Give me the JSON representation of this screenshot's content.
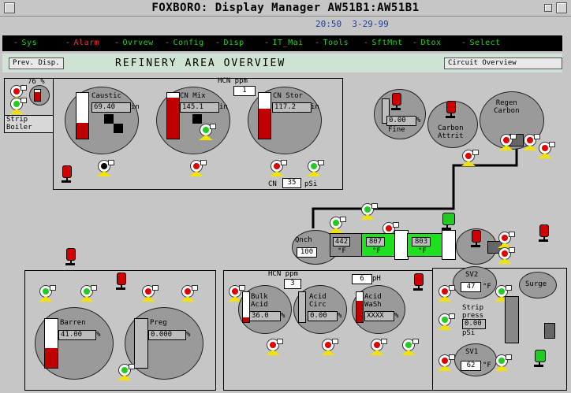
{
  "window": {
    "title": "FOXBORO: Display Manager  AW51B1:AW51B1"
  },
  "clock": {
    "time": "20:50",
    "date": "3-29-99"
  },
  "menu": [
    {
      "label": "Sys"
    },
    {
      "label": "Alarm",
      "alert": true
    },
    {
      "label": "Ovrvew"
    },
    {
      "label": "Config"
    },
    {
      "label": "Disp"
    },
    {
      "label": "IT_Mai"
    },
    {
      "label": "Tools"
    },
    {
      "label": "SftMnt"
    },
    {
      "label": "Dtox"
    },
    {
      "label": "Select"
    }
  ],
  "header": {
    "prev_disp": "Prev. Disp.",
    "title": "REFINERY AREA OVERVIEW",
    "circuit_overview": "Circuit Overview"
  },
  "strip_boiler": {
    "percent": "76",
    "percent_unit": "%",
    "label_line1": "Strip",
    "label_line2": "Boiler",
    "level": 0.76
  },
  "caustic": {
    "name": "Caustic",
    "value": "69.40",
    "unit": "in",
    "level": 0.35
  },
  "cn_mix": {
    "name": "CN Mix",
    "value": "145.1",
    "unit": "in",
    "level": 0.9
  },
  "cn_stor": {
    "name": "CN Stor",
    "value": "117.2",
    "unit": "in",
    "level": 0.65
  },
  "hcn_top": {
    "label": "HCN ppm",
    "value": "1"
  },
  "cn_pressure": {
    "label": "CN",
    "value": "35",
    "unit": "pSi"
  },
  "fine": {
    "name": "Fine",
    "value": "0.00",
    "unit": "%"
  },
  "carbon_attrit": {
    "name_line1": "Carbon",
    "name_line2": "Attrit"
  },
  "regen_carbon": {
    "name_line1": "Regen",
    "name_line2": "Carbon"
  },
  "qnch": {
    "name": "Qnch",
    "value": "100"
  },
  "temps": [
    {
      "value": "442",
      "unit": "°F"
    },
    {
      "value": "807",
      "unit": "°F"
    },
    {
      "value": "803",
      "unit": "°F"
    }
  ],
  "barren": {
    "name": "Barren",
    "value": "41.00",
    "unit": "%",
    "level": 0.4
  },
  "preg": {
    "name": "Preg",
    "value": "0.000",
    "unit": "%",
    "level": 0.0
  },
  "hcn_mid": {
    "label": "HCN ppm",
    "value": "3"
  },
  "ph": {
    "value": "6",
    "label": "pH"
  },
  "bulk_acid": {
    "name_line1": "Bulk",
    "name_line2": "Acid",
    "value": "36.0",
    "unit": "%",
    "level": 0.15
  },
  "acid_circ": {
    "name_line1": "Acid",
    "name_line2": "Circ",
    "value": "0.00",
    "unit": "%",
    "level": 0.0
  },
  "acid_wash": {
    "name_line1": "Acid",
    "name_line2": "WaSh",
    "value": "XXXX",
    "unit": "%",
    "level": 0.7
  },
  "sv2": {
    "name": "SV2",
    "value": "47",
    "unit": "°F"
  },
  "surge": {
    "name": "Surge"
  },
  "strip_press": {
    "label_line1": "Strip",
    "label_line2": "press",
    "value": "0.00",
    "unit": "pSi"
  },
  "sv1": {
    "name": "SV1",
    "value": "62",
    "unit": "°F"
  },
  "colors": {
    "background": "#c6c6c6",
    "menu_bg": "#000000",
    "menu_text": "#25d225",
    "alarm": "#ff3030",
    "level_red": "#c00000",
    "pipe": "#a000a0",
    "hx_green": "#1fe01f",
    "clock": "#1a3fa8"
  }
}
